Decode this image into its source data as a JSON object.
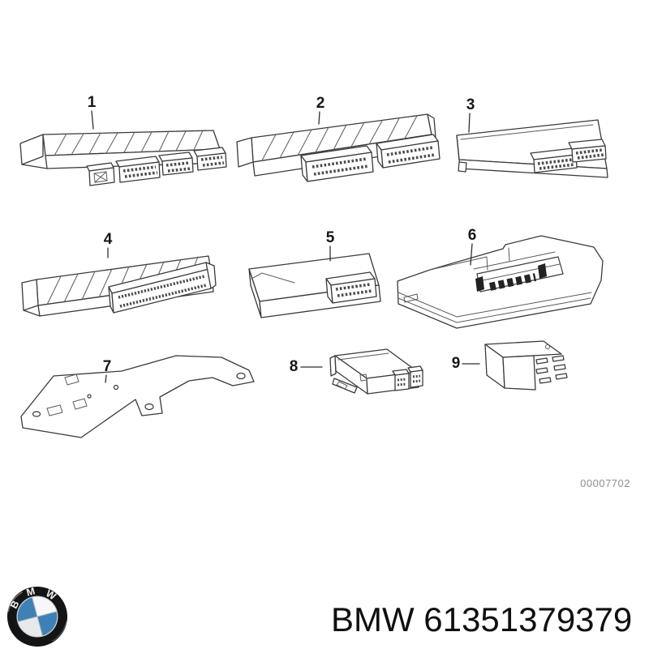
{
  "diagram": {
    "watermark": "00007702",
    "parts": [
      {
        "label": "1",
        "name": "control-module-ribbed-four-connectors"
      },
      {
        "label": "2",
        "name": "control-module-ribbed-two-connectors"
      },
      {
        "label": "3",
        "name": "control-module-flat-two-connectors"
      },
      {
        "label": "4",
        "name": "control-module-ribbed-long-connector"
      },
      {
        "label": "5",
        "name": "control-module-plain-one-connector"
      },
      {
        "label": "6",
        "name": "low-profile-module-with-pin-slot"
      },
      {
        "label": "7",
        "name": "mounting-bracket-plate"
      },
      {
        "label": "8",
        "name": "small-module-with-mounting-tab"
      },
      {
        "label": "9",
        "name": "relay-with-blade-pins"
      }
    ]
  },
  "footer": {
    "logo_letters": [
      "B",
      "M",
      "W"
    ],
    "title": "BMW 61351379379"
  },
  "colors": {
    "ink": "#3a3a3a",
    "watermark_gray": "#8f8f8f",
    "logo_blue": "#3e82b5",
    "background": "#ffffff"
  }
}
